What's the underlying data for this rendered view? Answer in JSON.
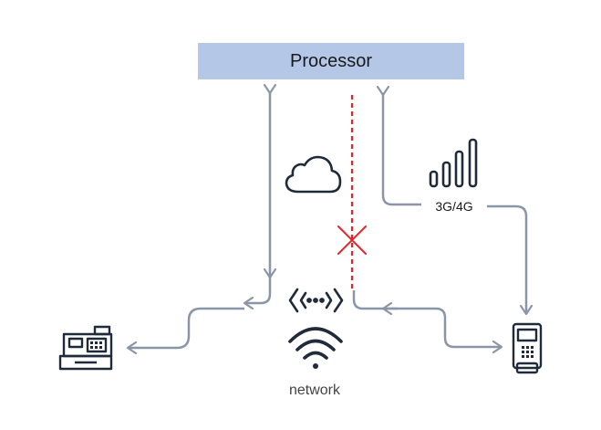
{
  "processor": {
    "label": "Processor"
  },
  "cellular": {
    "label": "3G/4G"
  },
  "network": {
    "label": "network"
  },
  "colors": {
    "processor_fill": "#b4c7e7",
    "connector": "#8a96a8",
    "icon": "#1f2a3a",
    "blocked": "#e0262b"
  },
  "icons": [
    "cloud-icon",
    "signal-bars-icon",
    "wireless-beacon-icon",
    "wifi-icon",
    "cash-register-icon",
    "card-terminal-icon",
    "blocked-x-icon"
  ]
}
